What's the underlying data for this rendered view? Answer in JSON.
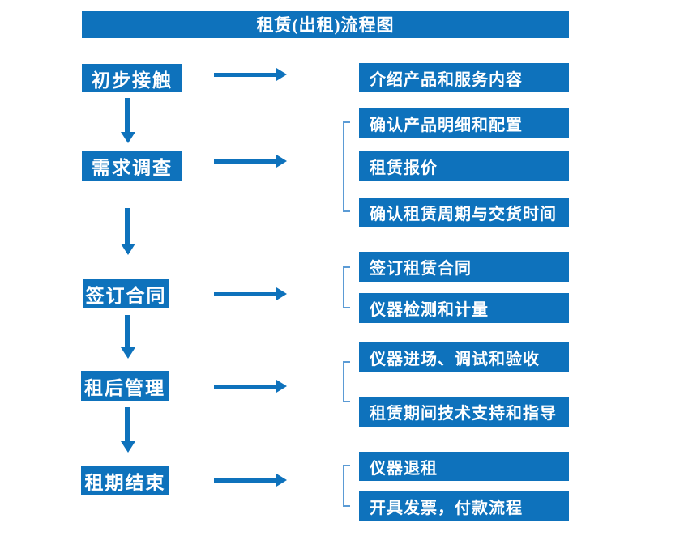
{
  "title": "租赁(出租)流程图",
  "colors": {
    "primary_blue": "#0E72BC",
    "bracket_blue": "#5B9BD5",
    "background": "#FFFFFF",
    "text": "#FFFFFF"
  },
  "flow": {
    "steps": [
      {
        "label": "初步接触",
        "details": [
          "介绍产品和服务内容"
        ]
      },
      {
        "label": "需求调查",
        "details": [
          "确认产品明细和配置",
          "租赁报价",
          "确认租赁周期与交货时间"
        ]
      },
      {
        "label": "签订合同",
        "details": [
          "签订租赁合同",
          "仪器检测和计量"
        ]
      },
      {
        "label": "租后管理",
        "details": [
          "仪器进场、调试和验收",
          "租赁期间技术支持和指导"
        ]
      },
      {
        "label": "租期结束",
        "details": [
          "仪器退租",
          "开具发票，付款流程"
        ]
      }
    ]
  }
}
